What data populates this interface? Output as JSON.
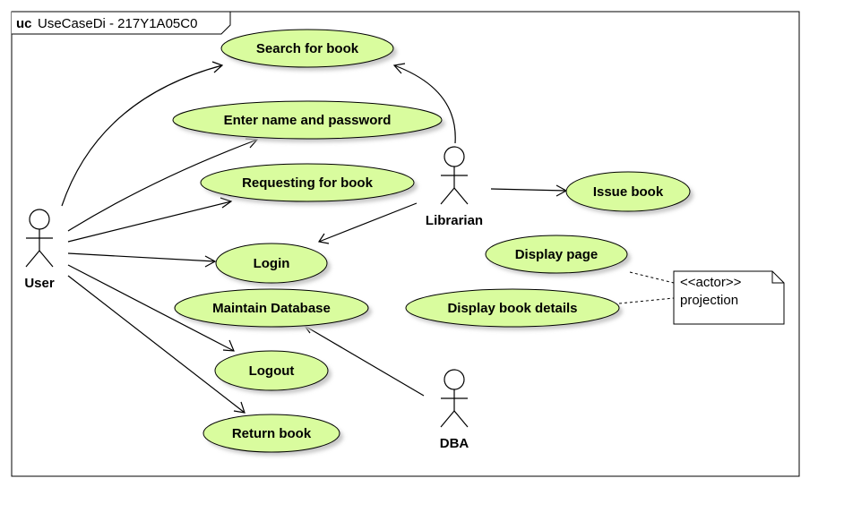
{
  "frame": {
    "keyword": "uc",
    "title": "UseCaseDi - 217Y1A05C0"
  },
  "colors": {
    "usecase_fill": "#d9fc9e",
    "usecase_stroke": "#000000",
    "shadow": "#c8c8c8",
    "line": "#000000",
    "background": "#ffffff"
  },
  "actors": {
    "user": "User",
    "librarian": "Librarian",
    "dba": "DBA"
  },
  "use_cases": {
    "search_for_book": "Search for book",
    "enter_name_password": "Enter name and password",
    "requesting_for_book": "Requesting for book",
    "login": "Login",
    "maintain_database": "Maintain Database",
    "logout": "Logout",
    "return_book": "Return book",
    "issue_book": "Issue book",
    "display_page": "Display page",
    "display_book_details": "Display book details"
  },
  "note": {
    "stereotype": "<<actor>>",
    "name": "projection"
  }
}
